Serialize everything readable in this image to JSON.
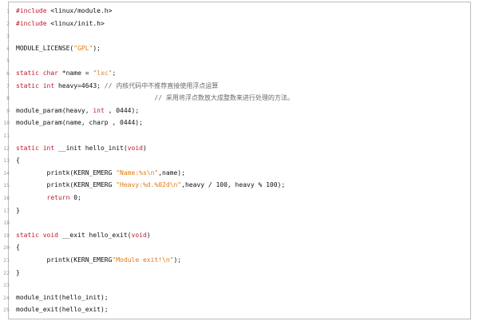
{
  "editor": {
    "lines": [
      {
        "num": "1",
        "segs": [
          {
            "t": "#include",
            "k": "kw"
          },
          {
            "t": " <linux/module.h>",
            "k": "plain"
          }
        ]
      },
      {
        "num": "2",
        "segs": [
          {
            "t": "#include",
            "k": "kw"
          },
          {
            "t": " <linux/init.h>",
            "k": "plain"
          }
        ]
      },
      {
        "num": "3",
        "segs": []
      },
      {
        "num": "4",
        "segs": [
          {
            "t": "MODULE_LICENSE(",
            "k": "plain"
          },
          {
            "t": "\"GPL\"",
            "k": "str"
          },
          {
            "t": ");",
            "k": "plain"
          }
        ]
      },
      {
        "num": "5",
        "segs": []
      },
      {
        "num": "6",
        "segs": [
          {
            "t": "static char",
            "k": "kw"
          },
          {
            "t": " *name = ",
            "k": "plain"
          },
          {
            "t": "\"lxc\"",
            "k": "str"
          },
          {
            "t": ";",
            "k": "plain"
          }
        ]
      },
      {
        "num": "7",
        "segs": [
          {
            "t": "static int",
            "k": "kw"
          },
          {
            "t": " heavy=4643; ",
            "k": "plain"
          },
          {
            "t": "// 内核代码中不推荐直接使用浮点运算",
            "k": "cm"
          }
        ]
      },
      {
        "num": "8",
        "segs": [
          {
            "t": "                                    // 采用将浮点数放大成整数来进行处理的方法。",
            "k": "cm"
          }
        ]
      },
      {
        "num": "9",
        "segs": [
          {
            "t": "module_param(heavy, ",
            "k": "plain"
          },
          {
            "t": "int",
            "k": "kw"
          },
          {
            "t": " , 0444);",
            "k": "plain"
          }
        ]
      },
      {
        "num": "10",
        "segs": [
          {
            "t": "module_param(name, charp , 0444);",
            "k": "plain"
          }
        ]
      },
      {
        "num": "11",
        "segs": []
      },
      {
        "num": "12",
        "segs": [
          {
            "t": "static int",
            "k": "kw"
          },
          {
            "t": " __init hello_init(",
            "k": "plain"
          },
          {
            "t": "void",
            "k": "kw"
          },
          {
            "t": ")",
            "k": "plain"
          }
        ]
      },
      {
        "num": "13",
        "segs": [
          {
            "t": "{",
            "k": "plain"
          }
        ]
      },
      {
        "num": "14",
        "segs": [
          {
            "t": "        printk(KERN_EMERG ",
            "k": "plain"
          },
          {
            "t": "\"Name:%s\\n\"",
            "k": "str"
          },
          {
            "t": ",name);",
            "k": "plain"
          }
        ]
      },
      {
        "num": "15",
        "segs": [
          {
            "t": "        printk(KERN_EMERG ",
            "k": "plain"
          },
          {
            "t": "\"Heavy:%d.%02d\\n\"",
            "k": "str"
          },
          {
            "t": ",heavy / 100, heavy % 100);",
            "k": "plain"
          }
        ]
      },
      {
        "num": "16",
        "segs": [
          {
            "t": "        ",
            "k": "plain"
          },
          {
            "t": "return",
            "k": "kw"
          },
          {
            "t": " 0;",
            "k": "plain"
          }
        ]
      },
      {
        "num": "17",
        "segs": [
          {
            "t": "}",
            "k": "plain"
          }
        ]
      },
      {
        "num": "18",
        "segs": []
      },
      {
        "num": "19",
        "segs": [
          {
            "t": "static void",
            "k": "kw"
          },
          {
            "t": " __exit hello_exit(",
            "k": "plain"
          },
          {
            "t": "void",
            "k": "kw"
          },
          {
            "t": ")",
            "k": "plain"
          }
        ]
      },
      {
        "num": "20",
        "segs": [
          {
            "t": "{",
            "k": "plain"
          }
        ]
      },
      {
        "num": "21",
        "segs": [
          {
            "t": "        printk(KERN_EMERG",
            "k": "plain"
          },
          {
            "t": "\"Module exit!\\n\"",
            "k": "str"
          },
          {
            "t": ");",
            "k": "plain"
          }
        ]
      },
      {
        "num": "22",
        "segs": [
          {
            "t": "}",
            "k": "plain"
          }
        ]
      },
      {
        "num": "23",
        "segs": []
      },
      {
        "num": "24",
        "segs": [
          {
            "t": "module_init(hello_init);",
            "k": "plain"
          }
        ]
      },
      {
        "num": "25",
        "segs": [
          {
            "t": "module_exit(hello_exit);",
            "k": "plain"
          }
        ]
      }
    ]
  },
  "colors": {
    "keyword": "#c0182a",
    "string": "#e07a10",
    "comment": "#6a6a6a",
    "line_number": "#9a9a9a"
  }
}
